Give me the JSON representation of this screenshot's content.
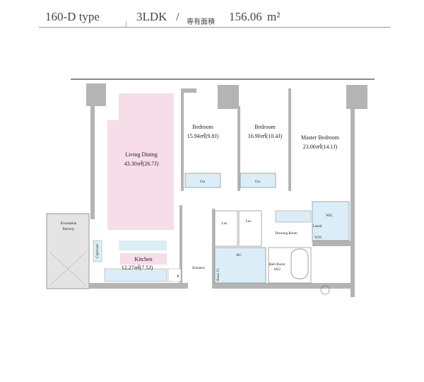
{
  "header": {
    "type": "160-D type",
    "layout": "3LDK",
    "separator": "/",
    "area_label": "専有面積",
    "area_value": "156.06",
    "area_unit": "m²"
  },
  "rooms": {
    "living": {
      "name": "Living Dining",
      "size": "43.30㎡(26.7J)"
    },
    "kitchen": {
      "name": "Kitchen",
      "size": "12.27㎡(7.5J)"
    },
    "bedroom1": {
      "name": "Bedroom",
      "size": "15.94㎡(9.8J)"
    },
    "bedroom2": {
      "name": "Bedroom",
      "size": "16.90㎡(10.4J)"
    },
    "master": {
      "name": "Master Bedroom",
      "size": "23.00㎡(14.1J)"
    },
    "balcony": {
      "name1": "Evacuation",
      "name2": "Balcony"
    },
    "closet1": "Clo.",
    "closet2": "Clo.",
    "lav1": "Lav.",
    "lav2": "Lav.",
    "dressing": "Dressing Room",
    "wic": "WIC",
    "laundry": "Laund",
    "wd": "W/D",
    "sic": "SIC",
    "bath": {
      "name": "Bath Room",
      "size": "1822"
    },
    "entrance": "Entrance",
    "shoe": "Shoes Cl.",
    "cupboard": "Cupboard",
    "fridge": "R"
  }
}
